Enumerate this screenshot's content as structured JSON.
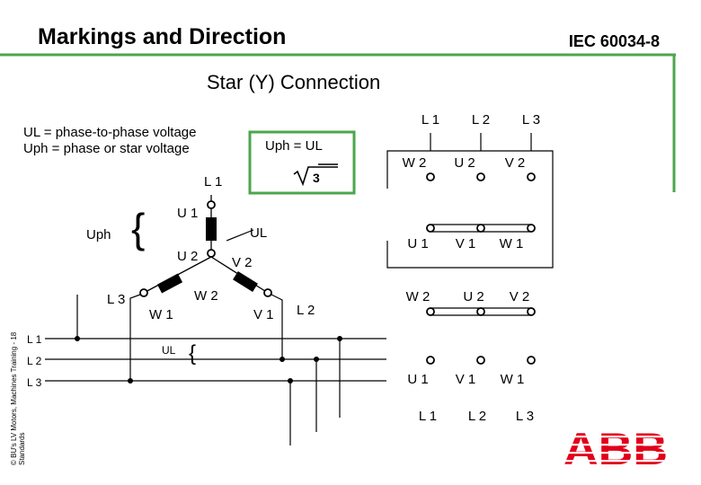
{
  "header": {
    "title": "Markings and Direction",
    "standard": "IEC 60034-8"
  },
  "subtitle": "Star (Y) Connection",
  "legend": {
    "line1": "UL = phase-to-phase voltage",
    "line2": "Uph = phase or star voltage"
  },
  "formula": {
    "lhs": "Uph = UL",
    "root": "3"
  },
  "star": {
    "supply_label": "L 1",
    "u1": "U 1",
    "u2": "U 2",
    "uph": "Uph",
    "ul": "UL",
    "v2": "V 2",
    "w2": "W 2",
    "w1": "W 1",
    "v1": "V 1",
    "l3": "L 3",
    "l2": "L 2"
  },
  "lines": {
    "l1": "L 1",
    "l2": "L 2",
    "l3": "L 3",
    "ul": "UL"
  },
  "box1": {
    "top": [
      "L 1",
      "L 2",
      "L 3"
    ],
    "row1": [
      "W 2",
      "U 2",
      "V 2"
    ],
    "row2": [
      "U 1",
      "V 1",
      "W 1"
    ]
  },
  "box2": {
    "row1": [
      "W 2",
      "U 2",
      "V 2"
    ],
    "row2": [
      "U 1",
      "V 1",
      "W 1"
    ],
    "bottom": [
      "L 1",
      "L 2",
      "L 3"
    ]
  },
  "footer": {
    "copyright_line1": "© BU's LV Motors, Machines Training - 18",
    "copyright_line2": "Standards"
  },
  "brand": {
    "logo_text": "ABB",
    "logo_color": "#e2001a",
    "accent_color": "#4ca64c"
  }
}
